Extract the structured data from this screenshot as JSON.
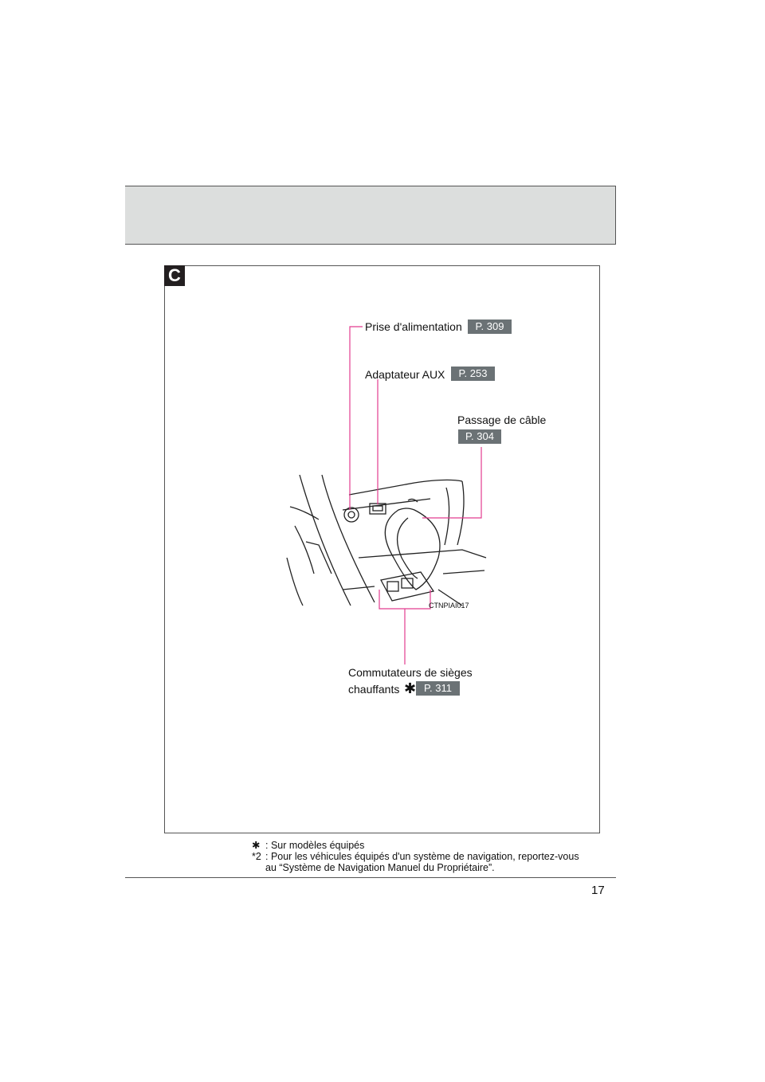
{
  "section": {
    "letter": "C"
  },
  "callouts": {
    "power_outlet": {
      "label": "Prise d'alimentation",
      "ref": "P. 309"
    },
    "aux_adapter": {
      "label": "Adaptateur AUX",
      "ref": "P. 253"
    },
    "cable_pass": {
      "label": "Passage de câble",
      "ref": "P. 304"
    },
    "seat_heater": {
      "label_line1": "Commutateurs de sièges",
      "label_line2": "chauffants",
      "star": "✱",
      "ref": "P. 311"
    }
  },
  "illustration": {
    "code": "CTNPIAI017"
  },
  "footnotes": [
    {
      "mark": "✱",
      "text": ": Sur modèles équipés"
    },
    {
      "mark": "*2",
      "text": ": Pour les véhicules équipés d'un système de navigation, reportez-vous"
    },
    {
      "mark": "",
      "text": "au “Système de Navigation Manuel du Propriétaire”."
    }
  ],
  "page": {
    "number": "17"
  },
  "colors": {
    "leader": "#e23c8f",
    "ref_badge": "#6b7275",
    "header_band": "#dcdedd"
  }
}
